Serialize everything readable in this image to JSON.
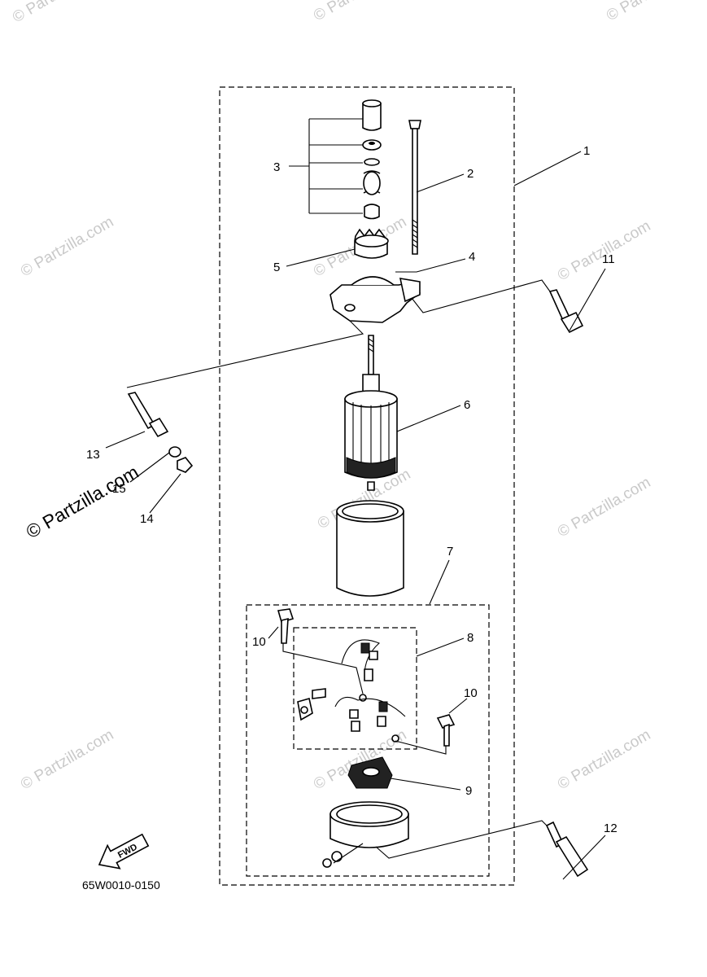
{
  "callouts": [
    {
      "id": "c1",
      "text": "1"
    },
    {
      "id": "c2",
      "text": "2"
    },
    {
      "id": "c3",
      "text": "3"
    },
    {
      "id": "c4",
      "text": "4"
    },
    {
      "id": "c5",
      "text": "5"
    },
    {
      "id": "c6",
      "text": "6"
    },
    {
      "id": "c7",
      "text": "7"
    },
    {
      "id": "c8",
      "text": "8"
    },
    {
      "id": "c9",
      "text": "9"
    },
    {
      "id": "c10a",
      "text": "10"
    },
    {
      "id": "c10b",
      "text": "10"
    },
    {
      "id": "c11",
      "text": "11"
    },
    {
      "id": "c12",
      "text": "12"
    },
    {
      "id": "c13",
      "text": "13"
    },
    {
      "id": "c14",
      "text": "14"
    },
    {
      "id": "c15",
      "text": "15"
    }
  ],
  "diagram_code": "65W0010-0150",
  "fwd_label": "FWD",
  "watermark": "© Partzilla.com"
}
